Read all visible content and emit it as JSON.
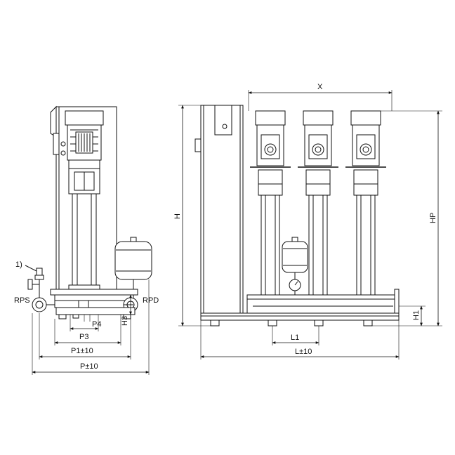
{
  "labels": {
    "note": "1)",
    "rps": "RPS",
    "rpd": "RPD",
    "p4": "P4",
    "h3": "H3",
    "p3": "P3",
    "p1": "P1±10",
    "p": "P±10",
    "x": "X",
    "h": "H",
    "hp": "HP",
    "h1": "H1",
    "l1": "L1",
    "l": "L±10"
  },
  "colors": {
    "line": "#111111",
    "background": "#ffffff"
  }
}
